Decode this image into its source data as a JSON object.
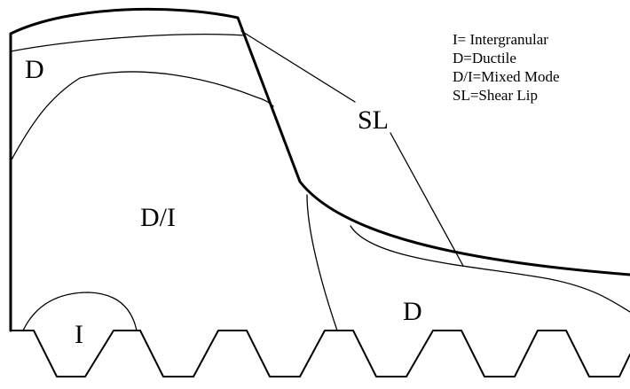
{
  "regions": {
    "ductile_top": "D",
    "mixed": "D/I",
    "intergranular": "I",
    "ductile_bottom": "D"
  },
  "shear_lip_label": "SL",
  "legend": [
    "I= Intergranular",
    "D=Ductile",
    "D/I=Mixed Mode",
    "SL=Shear Lip"
  ]
}
